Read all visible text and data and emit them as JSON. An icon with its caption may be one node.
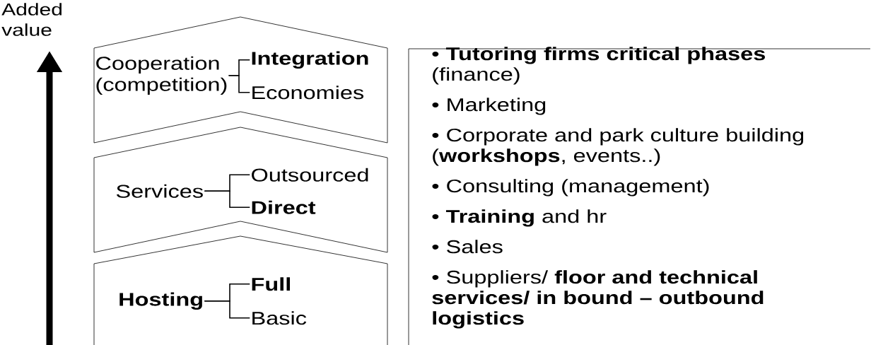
{
  "diagram": {
    "nodes": [
      {
        "text": [],
        "shape": "chevron"
      },
      {
        "text": [
          "Cooperation (competition)"
        ],
        "in": 0
      },
      {
        "text": [
          "Integration"
        ],
        "in": 0
      },
      {
        "text": [
          "Economies"
        ],
        "in": 0
      },
      {
        "text": [],
        "shape": "chevron"
      },
      {
        "text": [
          "Services"
        ],
        "in": 4
      },
      {
        "text": [
          "Outsourced"
        ],
        "in": 4
      },
      {
        "text": [
          "Direct"
        ],
        "in": 4
      },
      {
        "text": [],
        "shape": "chevron"
      },
      {
        "text": [
          "Hosting"
        ],
        "in": 8
      },
      {
        "text": [
          "Full"
        ],
        "in": 8
      },
      {
        "text": [
          "Basic"
        ],
        "in": 8
      },
      {
        "text": [
          "• **Tutoring firms critical phases** (finance)",
          "• Marketing",
          "• Corporate and park culture building (**workshops**, events..)",
          "• Consulting (management)",
          "• **Training** and hr",
          "• Sales",
          "• Suppliers/ **floor and technical services/ in bound – outbound logistics**"
        ]
      }
    ],
    "edges": [
      {
        "from": 1,
        "to": 2,
        "arrow": "none"
      },
      {
        "from": 1,
        "to": 3,
        "arrow": "none"
      },
      {
        "from": 5,
        "to": 6,
        "arrow": "none"
      },
      {
        "from": 5,
        "to": 7,
        "arrow": "none"
      },
      {
        "from": 9,
        "to": 10,
        "arrow": "none"
      },
      {
        "from": 9,
        "to": 11,
        "arrow": "none"
      }
    ],
    "labels": [
      "Added value"
    ]
  }
}
